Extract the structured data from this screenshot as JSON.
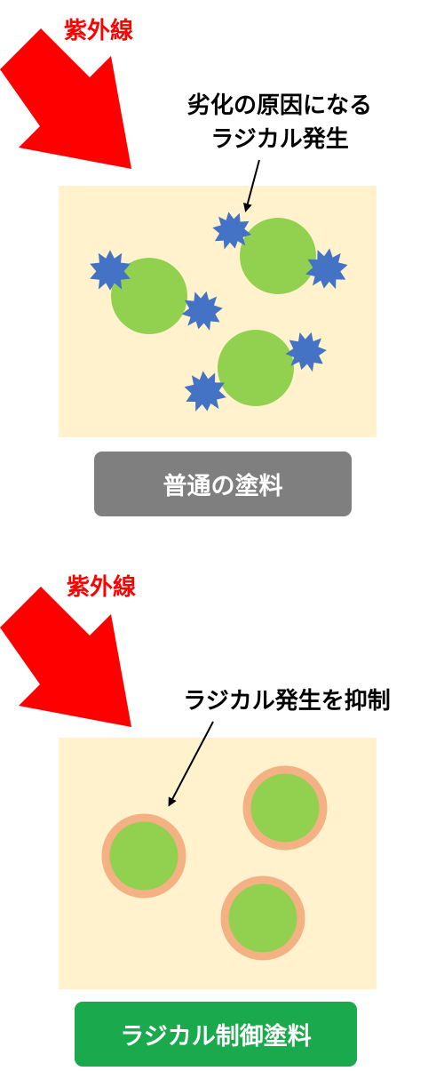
{
  "top_panel": {
    "uv_label": "紫外線",
    "callout_line1": "劣化の原因になる",
    "callout_line2": "ラジカル発生",
    "caption": "普通の塗料"
  },
  "bottom_panel": {
    "uv_label": "紫外線",
    "callout": "ラジカル発生を抑制",
    "caption": "ラジカル制御塗料"
  },
  "colors": {
    "arrow": "#ff0000",
    "panel_bg": "#fff2cc",
    "particle": "#92d050",
    "radical": "#4472c4",
    "coating_ring": "#f4b183",
    "caption_normal": "#7f7f7f",
    "caption_radical": "#1aa94c"
  }
}
